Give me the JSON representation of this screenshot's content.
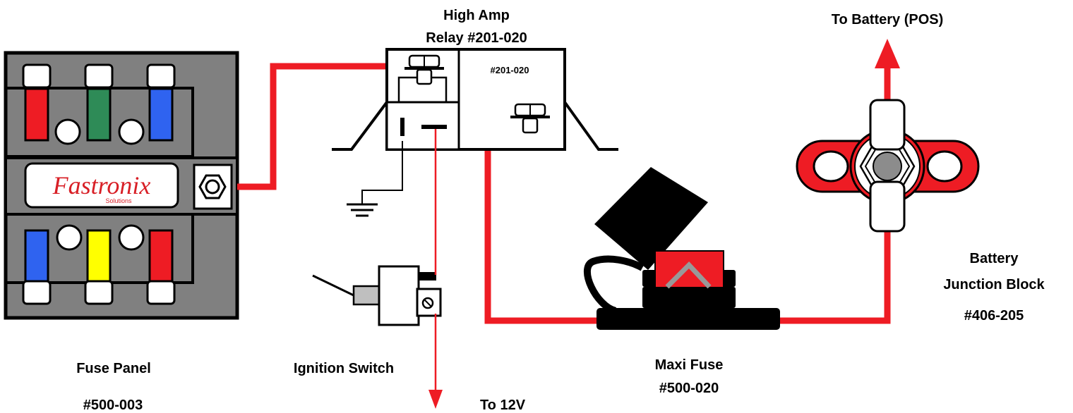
{
  "labels": {
    "relay_title_1": "High Amp",
    "relay_title_2": "Relay #201-020",
    "relay_part": "#201-020",
    "battery_top": "To Battery (POS)",
    "junction_1": "Battery",
    "junction_2": "Junction Block",
    "junction_part": "#406-205",
    "fuse_panel": "Fuse Panel",
    "fuse_panel_part": "#500-003",
    "ignition": "Ignition Switch",
    "to_12v": "To 12V",
    "maxi_1": "Maxi Fuse",
    "maxi_2": "#500-020"
  },
  "logo": {
    "brand": "Fastronix",
    "sub": "Solutions"
  },
  "colors": {
    "wire_red": "#ee1c24",
    "fuse_red": "#ee1c24",
    "fuse_green": "#2e8b57",
    "fuse_blue": "#2f63f0",
    "fuse_yellow": "#ffff00",
    "panel_gray": "#808080"
  },
  "fuses": {
    "top": [
      "red",
      "green",
      "blue"
    ],
    "bottom": [
      "blue",
      "yellow",
      "red"
    ]
  }
}
